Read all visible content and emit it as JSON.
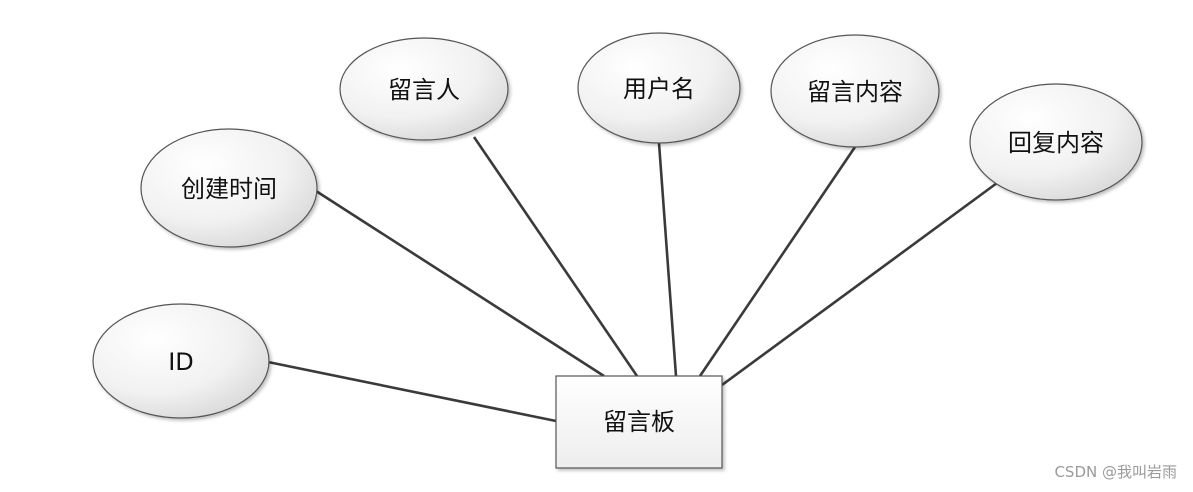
{
  "diagram": {
    "entity": {
      "label": "留言板"
    },
    "attributes": [
      {
        "id": "id",
        "label": "ID"
      },
      {
        "id": "created-time",
        "label": "创建时间"
      },
      {
        "id": "author",
        "label": "留言人"
      },
      {
        "id": "username",
        "label": "用户名"
      },
      {
        "id": "content",
        "label": "留言内容"
      },
      {
        "id": "reply",
        "label": "回复内容"
      }
    ]
  },
  "watermark": "CSDN @我叫岩雨",
  "colors": {
    "line": "#3a3a3a",
    "node_stroke": "#555555",
    "node_fill_light": "#ffffff",
    "node_fill_dark": "#dcdcdc",
    "text": "#111111",
    "watermark": "#9a9a9a"
  }
}
